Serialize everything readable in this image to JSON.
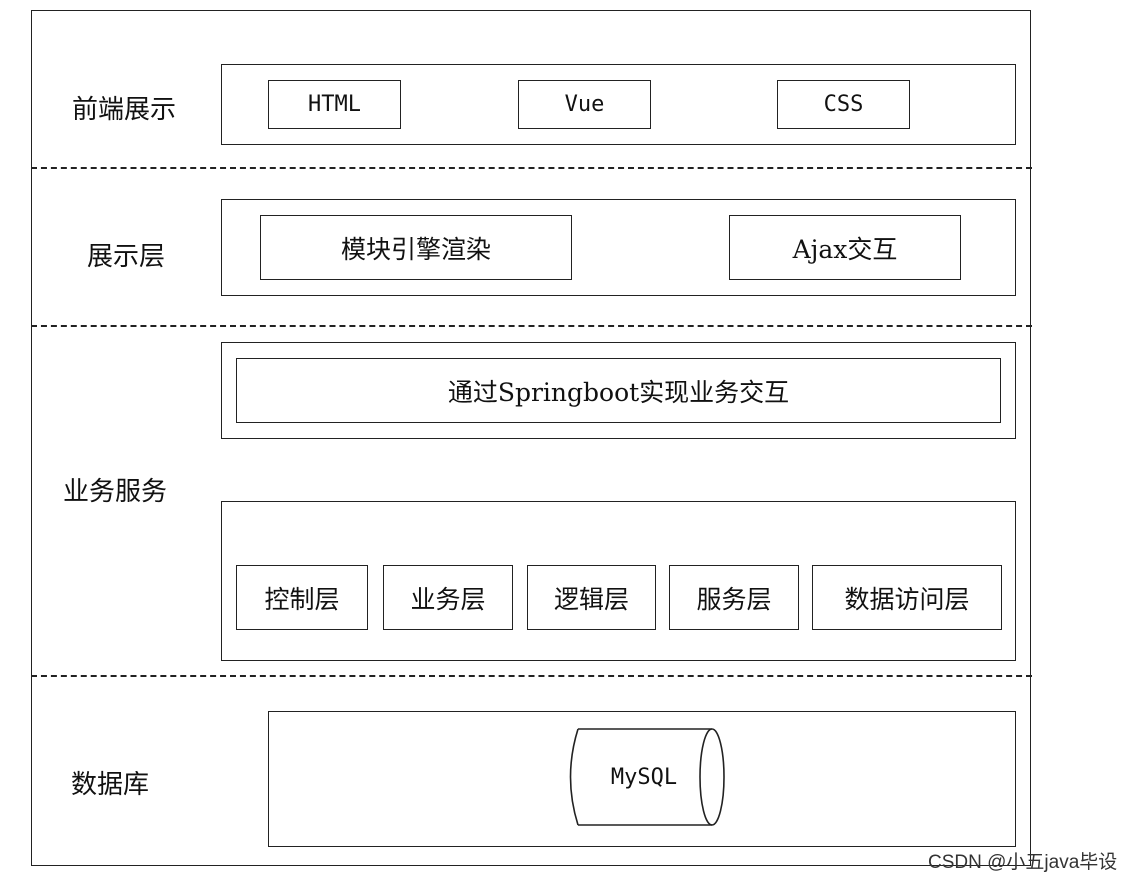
{
  "layers": [
    {
      "label": "前端展示",
      "items": [
        "HTML",
        "Vue",
        "CSS"
      ]
    },
    {
      "label": "展示层",
      "items": [
        "模块引擎渲染",
        "Ajax交互"
      ]
    },
    {
      "label": "业务服务",
      "top_item": "通过Springboot实现业务交互",
      "items": [
        "控制层",
        "业务层",
        "逻辑层",
        "服务层",
        "数据访问层"
      ]
    },
    {
      "label": "数据库",
      "items": [
        "MySQL"
      ]
    }
  ],
  "watermark": "CSDN @小五java毕设"
}
